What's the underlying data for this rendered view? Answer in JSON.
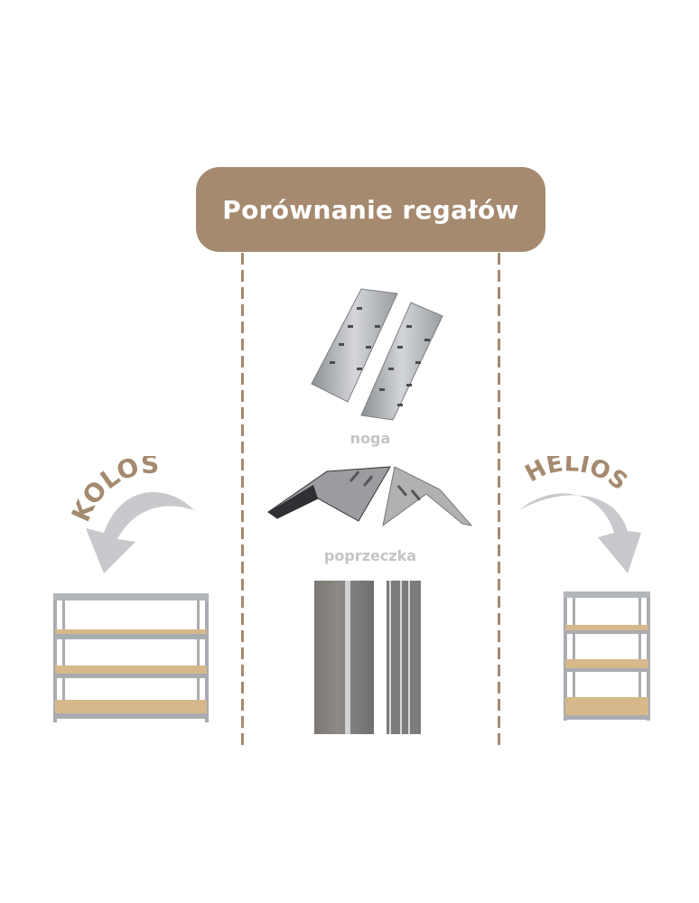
{
  "title": "Porównanie regałów",
  "left_product": {
    "name": "KOLOS"
  },
  "right_product": {
    "name": "HELIOS"
  },
  "components": [
    {
      "label": "noga"
    },
    {
      "label": "poprzeczka"
    }
  ],
  "colors": {
    "accent": "#a58a70",
    "arrow": "#c8c9cc",
    "label": "#c4c4c4",
    "board": "#d6b88a",
    "metal": "#a9acb0"
  }
}
